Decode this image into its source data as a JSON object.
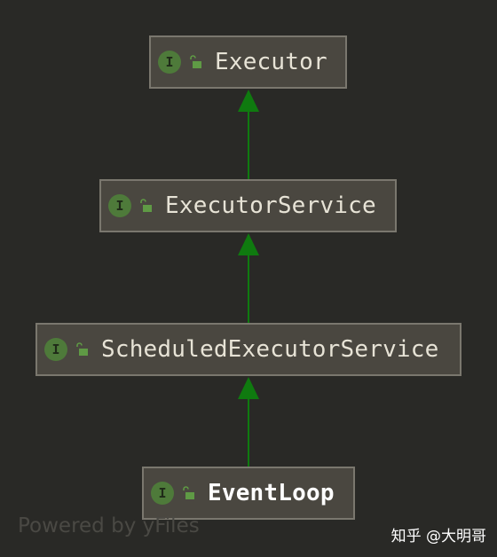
{
  "diagram": {
    "nodes": [
      {
        "id": "executor",
        "label": "Executor",
        "badge": "I",
        "kind": "interface"
      },
      {
        "id": "executor_service",
        "label": "ExecutorService",
        "badge": "I",
        "kind": "interface"
      },
      {
        "id": "scheduled_executor_service",
        "label": "ScheduledExecutorService",
        "badge": "I",
        "kind": "interface"
      },
      {
        "id": "event_loop",
        "label": "EventLoop",
        "badge": "I",
        "kind": "interface"
      }
    ],
    "edges": [
      {
        "from": "executor_service",
        "to": "executor",
        "type": "extends"
      },
      {
        "from": "scheduled_executor_service",
        "to": "executor_service",
        "type": "extends"
      },
      {
        "from": "event_loop",
        "to": "scheduled_executor_service",
        "type": "extends"
      }
    ],
    "colors": {
      "background": "#292926",
      "node_fill": "#4a4740",
      "node_border": "#7a776e",
      "edge": "#0f7a0f",
      "badge": "#4e7a3a",
      "lock": "#5f9a45"
    }
  },
  "footer": {
    "watermark": "Powered by yFiles",
    "credit": "知乎 @大明哥"
  }
}
